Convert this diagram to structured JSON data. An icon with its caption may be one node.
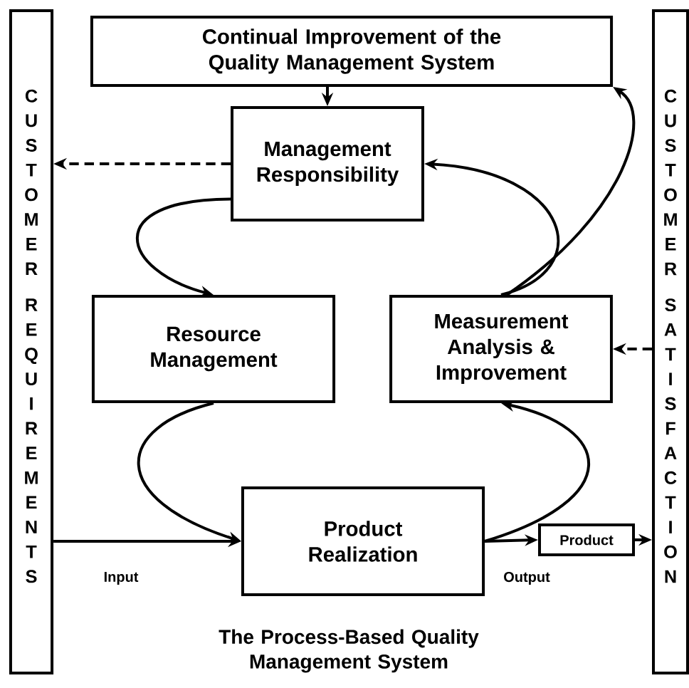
{
  "diagram": {
    "caption": "The Process-Based Quality Management System",
    "nodes": [
      {
        "text": [
          "CUSTOMER REQUIREMENTS"
        ]
      },
      {
        "text": [
          "Continual Improvement of the Quality Management System"
        ]
      },
      {
        "text": [
          "Management Responsibility"
        ]
      },
      {
        "text": [
          "Resource Management"
        ]
      },
      {
        "text": [
          "Measurement Analysis & Improvement"
        ]
      },
      {
        "text": [
          "Product Realization"
        ]
      },
      {
        "text": [
          "Product"
        ]
      },
      {
        "text": [
          "CUSTOMER SATISFACTION"
        ]
      }
    ],
    "edges": [
      {
        "from": 1,
        "to": 2,
        "arrow": "to"
      },
      {
        "from": 2,
        "to": 0,
        "arrow": "to",
        "style": "dashed"
      },
      {
        "from": 2,
        "to": 3,
        "arrow": "to"
      },
      {
        "from": 3,
        "to": 5,
        "arrow": "to"
      },
      {
        "from": 5,
        "to": 4,
        "arrow": "to"
      },
      {
        "from": 4,
        "to": 2,
        "arrow": "to"
      },
      {
        "from": 4,
        "to": 1,
        "arrow": "to"
      },
      {
        "from": 0,
        "to": 5,
        "arrow": "to",
        "label": "Input"
      },
      {
        "from": 5,
        "to": 6,
        "arrow": "to",
        "label": "Output"
      },
      {
        "from": 6,
        "to": 7,
        "arrow": "to"
      },
      {
        "from": 7,
        "to": 4,
        "arrow": "to",
        "style": "dashed"
      }
    ]
  }
}
